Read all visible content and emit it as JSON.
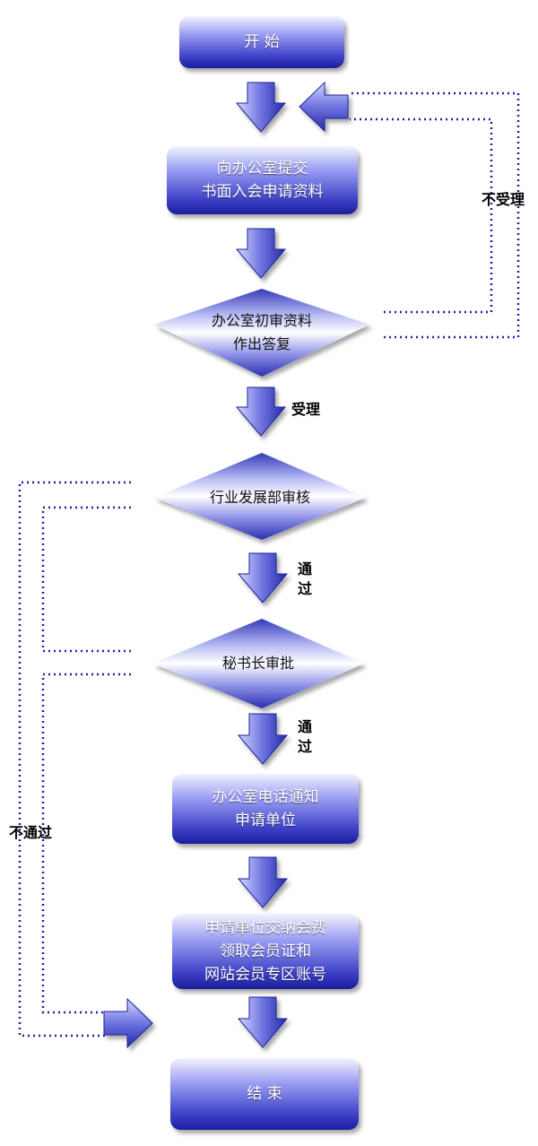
{
  "nodes": {
    "start": "开  始",
    "submit": "向办公室提交\n书面入会申请资料",
    "office_review": "办公室初审资料\n作出答复",
    "industry_review": "行业发展部审核",
    "secretary_approval": "秘书长审批",
    "notify": "办公室电话通知\n申请单位",
    "pay_fee": "申请单位交纳会费\n领取会员证和\n网站会员专区账号",
    "end": "结  束"
  },
  "labels": {
    "not_accepted": "不受理",
    "accepted": "受理",
    "pass_1": "通\n过",
    "pass_2": "通\n过",
    "not_passed": "不通过"
  },
  "colors": {
    "box_light": "#eef0ff",
    "box_mid": "#8c8ff0",
    "box_dark": "#1f22a8",
    "diamond_light": "#ffffff",
    "diamond_dark": "#3a3fc2",
    "arrow_light": "#c7cbff",
    "arrow_dark": "#2a2fba",
    "dotted_line": "#1a24a8"
  }
}
